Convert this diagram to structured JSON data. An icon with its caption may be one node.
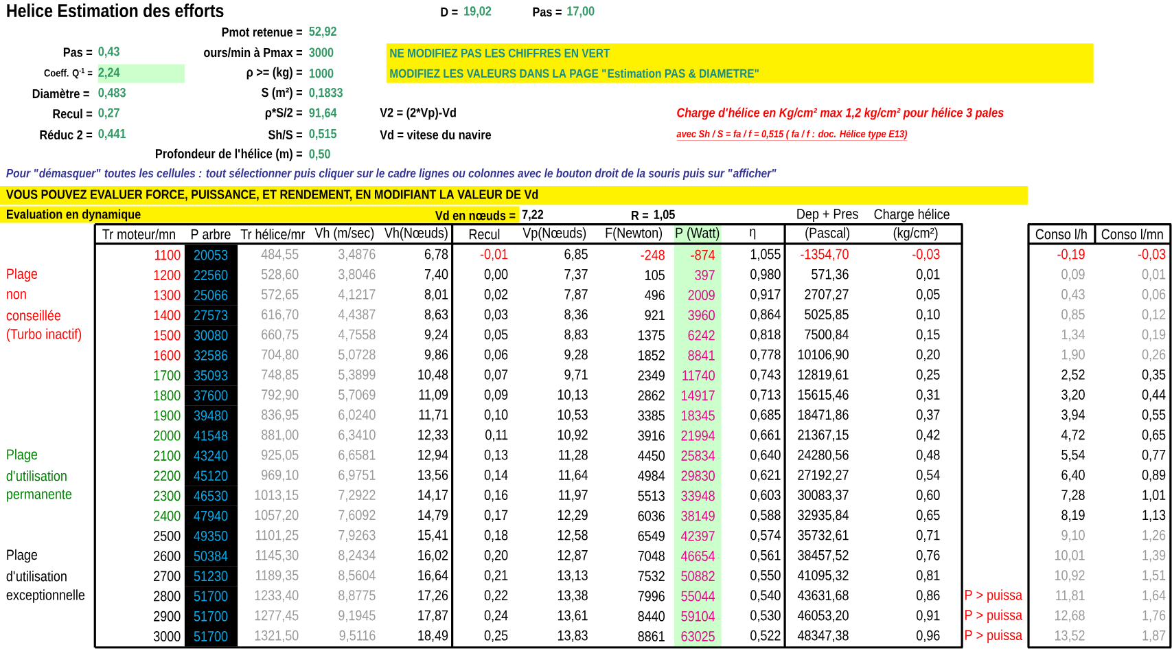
{
  "diagram": {
    "title": "Helice Estimation des efforts",
    "labels": [
      "D =",
      "19,02",
      "Pas =",
      "17,00",
      "Pmot retenue =",
      "52,92",
      "Pas =",
      "0,43",
      "ours/min à Pmax =",
      "3000",
      "NE MODIFIEZ PAS LES CHIFFRES EN VERT",
      "Coeff. Q$^{-1}$ =",
      "2,24",
      "ρ >= (kg) =",
      "1000",
      "MODIFIEZ LES VALEURS DANS LA PAGE \"Estimation PAS & DIAMETRE\"",
      "Diamètre =",
      "0,483",
      "S (m²) =",
      "0,1833",
      "Recul =",
      "0,27",
      "ρ*S/2 =",
      "91,64",
      "V2 = (2*Vp)-Vd",
      "Charge d'hélice en Kg/cm² max 1,2 kg/cm² pour hélice 3 pales",
      "Réduc 2 =",
      "0,441",
      "Sh/S =",
      "0,515",
      "Vd = vitese du navire",
      "avec Sh / S = fa / f = 0,515 ( fa / f : doc. Hélice type E13)",
      "Profondeur de l'hélice (m) =",
      "0,50",
      "Pour \"démasquer\" toutes les cellules : tout sélectionner puis cliquer sur le cadre lignes ou colonnes avec le bouton droit de la souris puis sur \"afficher\"",
      "VOUS POUVEZ EVALUER FORCE, PUISSANCE, ET RENDEMENT, EN MODIFIANT LA VALEUR DE Vd",
      "Evaluation en dynamique",
      "Vd en nœuds =",
      "7,22",
      "R =",
      "1,05",
      "Dep + Pres",
      "Charge hélice",
      "Tr moteur/mn",
      "P arbre",
      "Tr hélice/mr",
      "Vh (m/sec)",
      "Vh(Nœuds)",
      "Recul",
      "Vp(Nœuds)",
      "F(Newton)",
      "P (Watt)",
      "η",
      "(Pascal)",
      "(kg/cm²)",
      "Conso l/h",
      "Conso l/mn",
      "1100",
      "20053",
      "484,55",
      "3,4876",
      "6,78",
      "-0,01",
      "6,85",
      "-248",
      "-874",
      "1,055",
      "-1354,70",
      "-0,03",
      "-0,19",
      "-0,03",
      "Plage",
      "1200",
      "22560",
      "528,60",
      "3,8046",
      "7,40",
      "0,00",
      "7,37",
      "105",
      "397",
      "0,980",
      "571,36",
      "0,01",
      "0,09",
      "0,01",
      "non",
      "1300",
      "25066",
      "572,65",
      "4,1217",
      "8,01",
      "0,02",
      "7,87",
      "496",
      "2009",
      "0,917",
      "2707,27",
      "0,05",
      "0,43",
      "0,06",
      "conseillée",
      "1400",
      "27573",
      "616,70",
      "4,4387",
      "8,63",
      "0,03",
      "8,36",
      "921",
      "3960",
      "0,864",
      "5025,85",
      "0,10",
      "0,85",
      "0,12",
      "(Turbo inactif)",
      "1500",
      "30080",
      "660,75",
      "4,7558",
      "9,24",
      "0,05",
      "8,83",
      "1375",
      "6242",
      "0,818",
      "7500,84",
      "0,15",
      "1,34",
      "0,19",
      "1600",
      "32586",
      "704,80",
      "5,0728",
      "9,86",
      "0,06",
      "9,28",
      "1852",
      "8841",
      "0,778",
      "10106,90",
      "0,20",
      "1,90",
      "0,26",
      "1700",
      "35093",
      "748,85",
      "5,3899",
      "10,48",
      "0,07",
      "9,71",
      "2349",
      "11740",
      "0,743",
      "12819,61",
      "0,25",
      "2,52",
      "0,35",
      "1800",
      "37600",
      "792,90",
      "5,7069",
      "11,09",
      "0,09",
      "10,13",
      "2862",
      "14917",
      "0,713",
      "15615,46",
      "0,31",
      "3,20",
      "0,44",
      "1900",
      "39480",
      "836,95",
      "6,0240",
      "11,71",
      "0,10",
      "10,53",
      "3385",
      "18345",
      "0,685",
      "18471,86",
      "0,37",
      "3,94",
      "0,55",
      "2000",
      "41548",
      "881,00",
      "6,3410",
      "12,33",
      "0,11",
      "10,92",
      "3916",
      "21994",
      "0,661",
      "21367,15",
      "0,42",
      "4,72",
      "0,65",
      "Plage",
      "2100",
      "43240",
      "925,05",
      "6,6581",
      "12,94",
      "0,13",
      "11,28",
      "4450",
      "25834",
      "0,640",
      "24280,56",
      "0,48",
      "5,54",
      "0,77",
      "d'utilisation",
      "2200",
      "45120",
      "969,10",
      "6,9751",
      "13,56",
      "0,14",
      "11,64",
      "4984",
      "29830",
      "0,621",
      "27192,27",
      "0,54",
      "6,40",
      "0,89",
      "permanente",
      "2300",
      "46530",
      "1013,15",
      "7,2922",
      "14,17",
      "0,16",
      "11,97",
      "5513",
      "33948",
      "0,603",
      "30083,37",
      "0,60",
      "7,28",
      "1,01",
      "2400",
      "47940",
      "1057,20",
      "7,6092",
      "14,79",
      "0,17",
      "12,29",
      "6036",
      "38149",
      "0,588",
      "32935,84",
      "0,65",
      "8,19",
      "1,13",
      "2500",
      "49350",
      "1101,25",
      "7,9263",
      "15,41",
      "0,18",
      "12,58",
      "6549",
      "42397",
      "0,574",
      "35732,61",
      "0,71",
      "9,10",
      "1,26",
      "Plage",
      "2600",
      "50384",
      "1145,30",
      "8,2434",
      "16,02",
      "0,20",
      "12,87",
      "7048",
      "46654",
      "0,561",
      "38457,52",
      "0,76",
      "10,01",
      "1,39",
      "d'utilisation",
      "2700",
      "51230",
      "1189,35",
      "8,5604",
      "16,64",
      "0,21",
      "13,13",
      "7532",
      "50882",
      "0,550",
      "41095,32",
      "0,81",
      "10,92",
      "1,51",
      "exceptionnelle",
      "2800",
      "51700",
      "1233,40",
      "8,8775",
      "17,26",
      "0,22",
      "13,38",
      "7996",
      "55044",
      "0,540",
      "43631,68",
      "0,86",
      "P > puissa",
      "11,81",
      "1,64",
      "2900",
      "51700",
      "1277,45",
      "9,1945",
      "17,87",
      "0,24",
      "13,61",
      "8440",
      "59104",
      "0,530",
      "46053,20",
      "0,91",
      "P > puissa",
      "12,68",
      "1,76",
      "3000",
      "51700",
      "1321,50",
      "9,5116",
      "18,49",
      "0,25",
      "13,83",
      "8861",
      "63025",
      "0,522",
      "48347,38",
      "0,96",
      "P > puissa",
      "13,52",
      "1,87"
    ]
  }
}
